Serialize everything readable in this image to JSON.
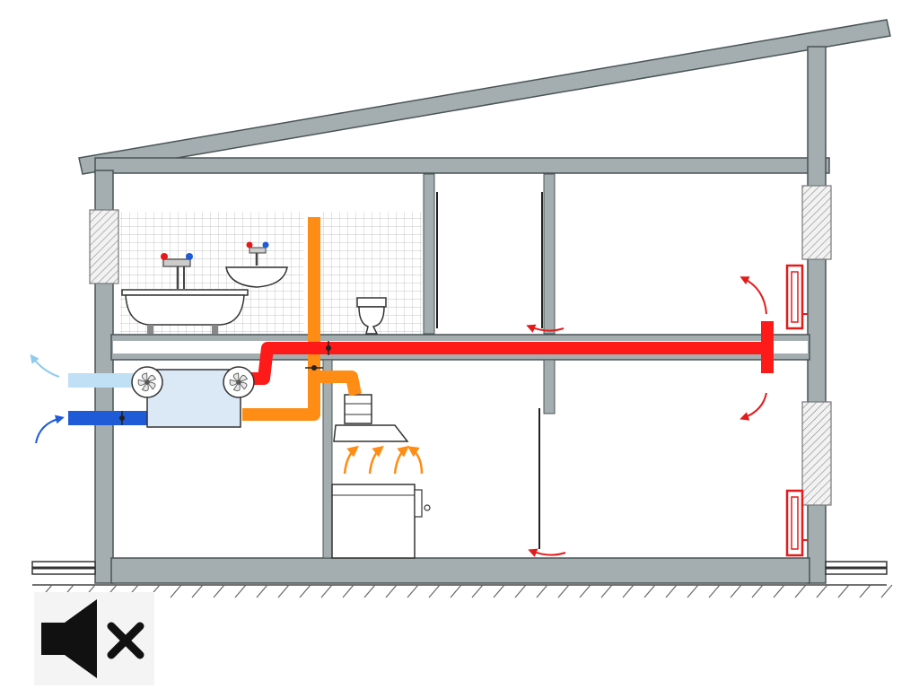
{
  "diagram": {
    "subject": "house-ventilation-cross-section",
    "colors": {
      "wall": "#a4aeb0",
      "wall_stroke": "#4a5356",
      "supply_duct": "#ff1a1a",
      "exhaust_duct": "#ff8c14",
      "fresh_air_duct": "#1f5bd6",
      "exhaust_out_duct": "#bfe0f5",
      "recuperator_body": "#dbe8f6",
      "tile_grid": "#b4b4b4",
      "ground_hatch": "#666666",
      "supply_arrow": "#e31b1b",
      "exhaust_arrow": "#ff8c14",
      "intake_arrow": "#1f5bd6",
      "outlet_arrow": "#8ecbef"
    },
    "components": [
      "slanted-roof",
      "outer-walls",
      "ceiling-slab",
      "floor-slab",
      "bathroom-tiles",
      "bathtub",
      "sink",
      "toilet",
      "heat-recovery-unit",
      "fan-left",
      "fan-right",
      "supply-duct",
      "exhaust-duct",
      "fresh-air-intake-duct",
      "exhaust-outlet-duct",
      "kitchen-hood",
      "stove",
      "supply-diffusers",
      "door-undercut-vents",
      "radiators",
      "windows",
      "ground-line"
    ]
  },
  "overlay": {
    "icon": "speaker-muted-icon",
    "state": "muted"
  }
}
